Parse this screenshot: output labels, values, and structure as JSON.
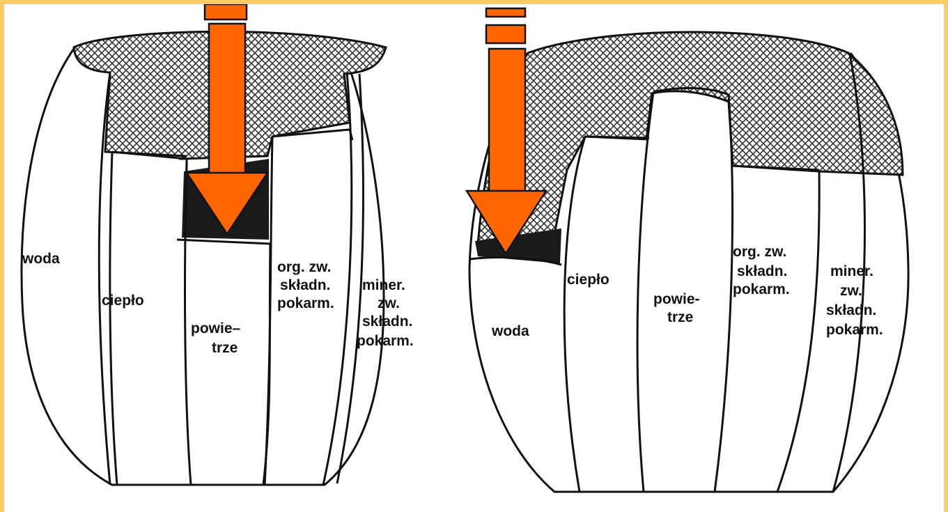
{
  "colors": {
    "frame": "#ffcc66",
    "arrow": "#ff6600",
    "arrow_outline": "#111111",
    "ink": "#111111",
    "soil_dark": "#1a1a1a"
  },
  "barrels": [
    {
      "labels": {
        "woda": "woda",
        "cieplo": "ciepło",
        "powietrze": [
          "powie–",
          "trze"
        ],
        "org": [
          "org. zw.",
          "składn.",
          "pokarm."
        ],
        "miner": [
          "miner.",
          "zw.",
          "składn.",
          "pokarm."
        ]
      }
    },
    {
      "labels": {
        "woda": "woda",
        "cieplo": "ciepło",
        "powietrze": [
          "powie-",
          "trze"
        ],
        "org": [
          "org. zw.",
          "składn.",
          "pokarm."
        ],
        "miner": [
          "miner.",
          "zw.",
          "składn.",
          "pokarm."
        ]
      }
    }
  ]
}
